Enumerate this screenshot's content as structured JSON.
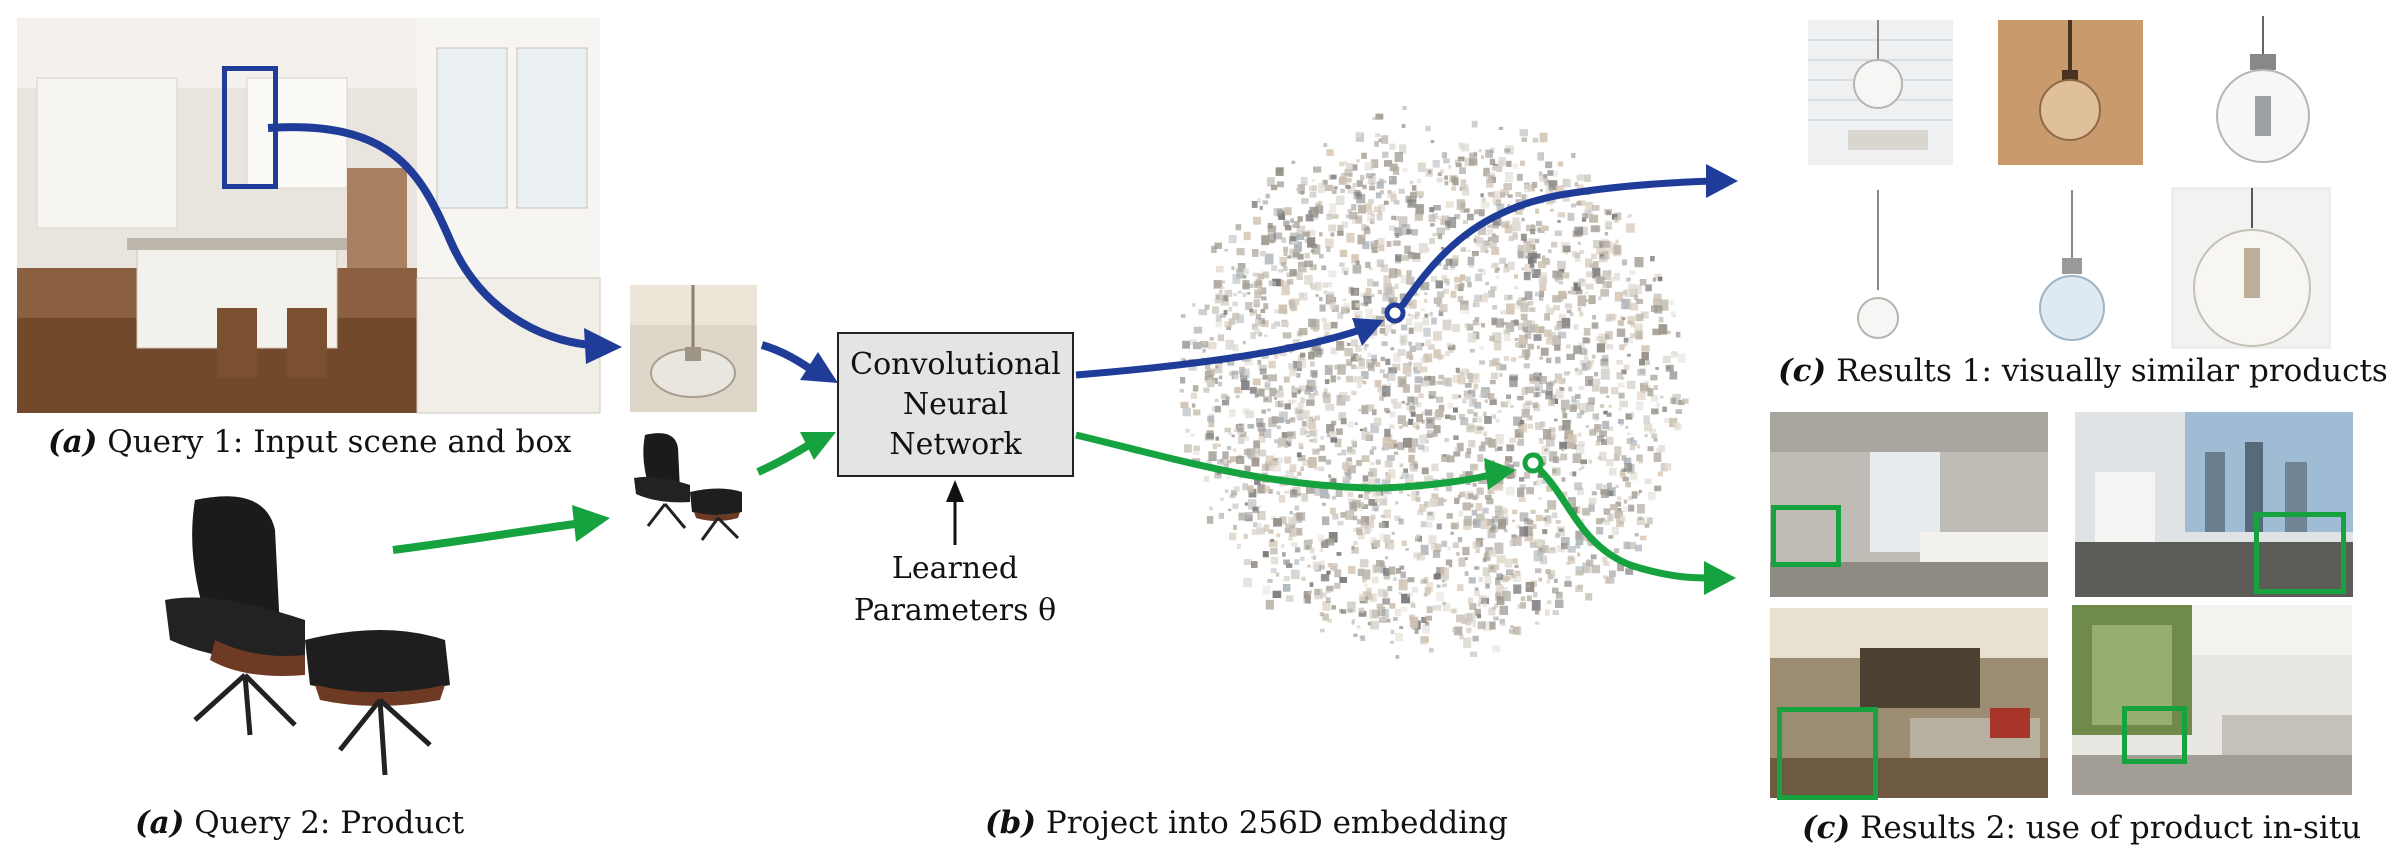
{
  "captions": {
    "query1": {
      "tag": "(a)",
      "text": "Query 1: Input scene and box"
    },
    "query2": {
      "tag": "(a)",
      "text": "Query 2: Product"
    },
    "project": {
      "tag": "(b)",
      "text": "Project into 256D embedding"
    },
    "results1": {
      "tag": "(c)",
      "text": "Results 1: visually similar products"
    },
    "results2": {
      "tag": "(c)",
      "text": "Results 2: use of product in-situ"
    }
  },
  "cnn": {
    "lines": [
      "Convolutional",
      "Neural",
      "Network"
    ]
  },
  "params": {
    "line1": "Learned",
    "line2": "Parameters θ"
  },
  "colors": {
    "query1_path": "#1f3c99",
    "query2_path": "#16a33f",
    "box_fill": "#e4e4e4"
  },
  "icons": [
    "kitchen-scene-photo",
    "pendant-lamp-crop-photo",
    "lounge-chair-photo",
    "embedding-cloud",
    "pendant-lamp-result-photo",
    "room-in-situ-photo"
  ]
}
